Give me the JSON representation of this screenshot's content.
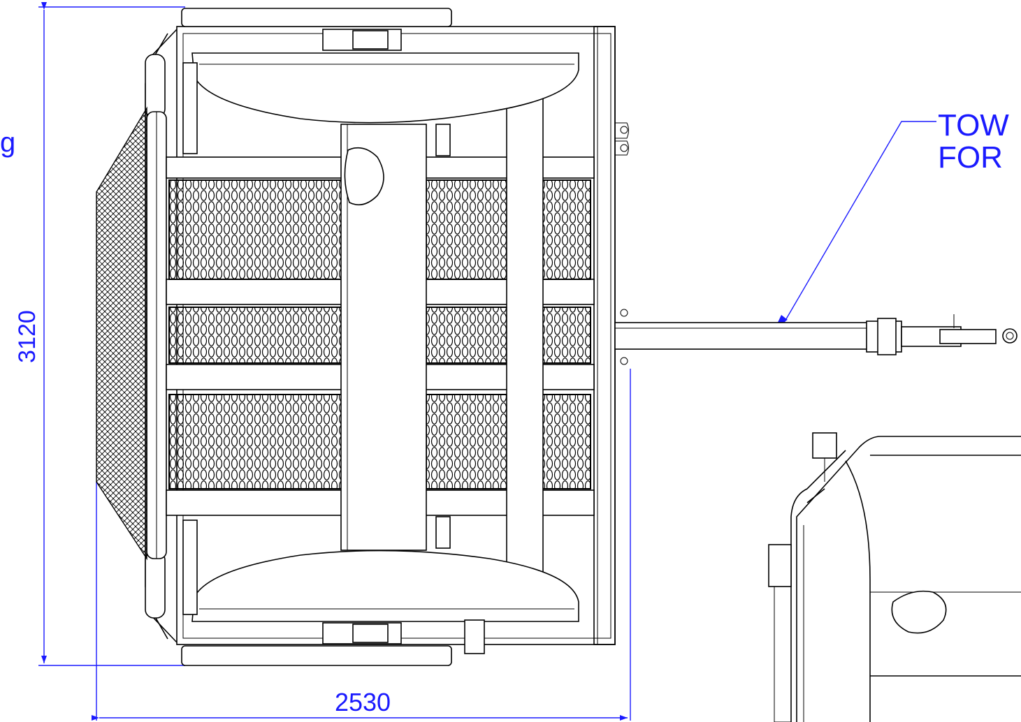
{
  "drawing": {
    "dim_vertical": "3120",
    "dim_horizontal": "2530",
    "partial_left_label": "g",
    "callout_line1": "TOW",
    "callout_line2": "FOR",
    "colors": {
      "dimension": "#1a1aff",
      "linework": "#000000",
      "background": "#ffffff"
    }
  }
}
